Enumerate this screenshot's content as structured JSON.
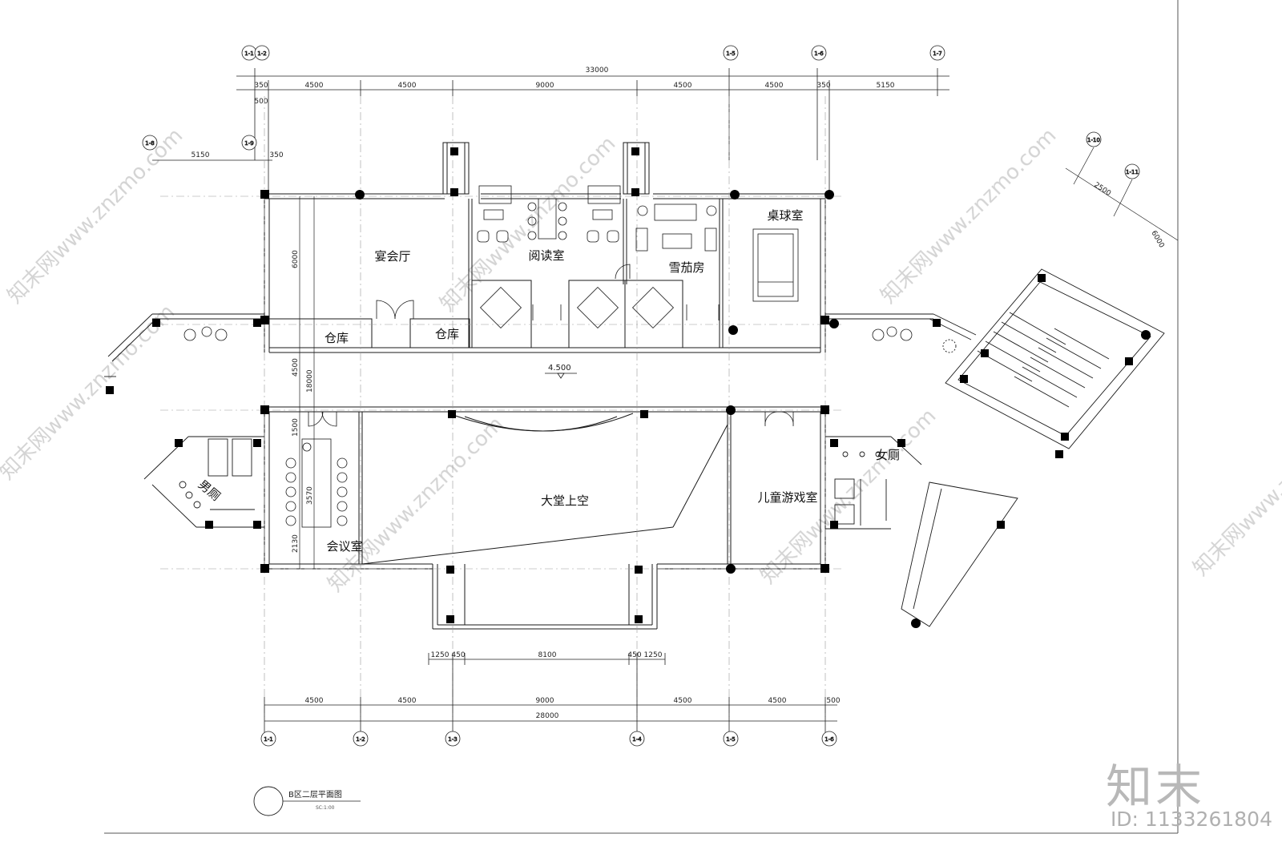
{
  "drawing": {
    "title": "B区二层平面图",
    "scale_note": "SC:1:00",
    "level_mark": "4.500"
  },
  "rooms": {
    "banquet_hall": "宴会厅",
    "reading_room": "阅读室",
    "cigar_room": "雪茄房",
    "billiard_room": "桌球室",
    "storage_1": "仓库",
    "storage_2": "仓库",
    "lobby_void": "大堂上空",
    "kids_playroom": "儿童游戏室",
    "meeting_room": "会议室",
    "mens_toilet": "男厕",
    "womens_toilet": "女厕"
  },
  "dimensions": {
    "top_total": "33000",
    "top_segments": [
      "350",
      "4500",
      "4500",
      "9000",
      "4500",
      "4500",
      "350",
      "5150"
    ],
    "top_small": "500",
    "left_offset": "5150",
    "left_small": "350",
    "bottom_total": "28000",
    "bottom_segments": [
      "4500",
      "4500",
      "9000",
      "4500",
      "4500",
      "500"
    ],
    "bottom_bay": [
      "1250",
      "450",
      "8100",
      "450",
      "1250"
    ],
    "left_vertical": [
      "6000",
      "4500",
      "18000",
      "1500",
      "3570",
      "2130"
    ],
    "right_angled": [
      "2500",
      "6000"
    ]
  },
  "grid_axes": {
    "top": [
      "1-1",
      "1-2",
      "1-5",
      "1-6",
      "1-7"
    ],
    "bottom": [
      "1-1",
      "1-2",
      "1-3",
      "1-4",
      "1-5",
      "1-6"
    ],
    "left": [
      "1-8",
      "1-9"
    ],
    "right": [
      "1-10",
      "1-11"
    ]
  },
  "watermark": {
    "text": "知末网www.znzmo.com",
    "brand": "知末",
    "id": "ID: 1133261804"
  },
  "colors": {
    "line": "#1a1a1a",
    "column": "#000000",
    "watermark": "#cfcfcf"
  }
}
